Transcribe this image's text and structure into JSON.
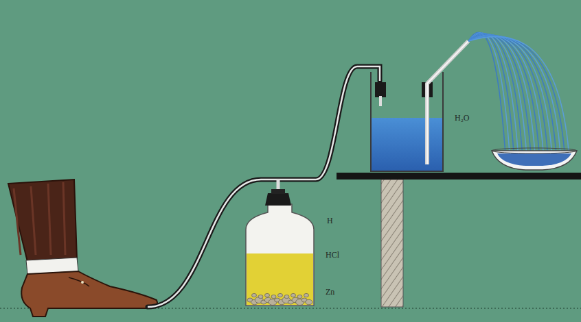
{
  "diagram": {
    "labels": [
      "H",
      "HCl",
      "Zn",
      "H₂O"
    ]
  }
}
